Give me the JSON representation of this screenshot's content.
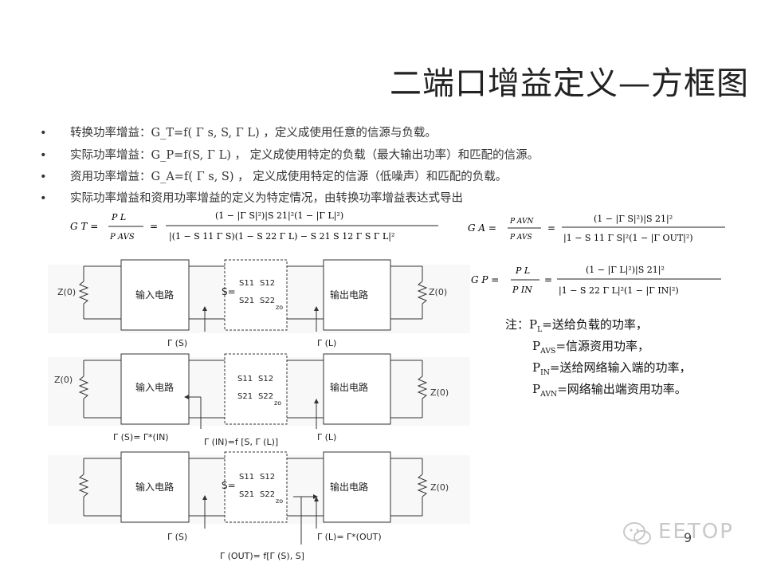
{
  "title": "二端口增益定义—方框图",
  "bullets": [
    {
      "label": "转换功率增益：",
      "formula": "G_T=f( Γ s, S, Γ L) ",
      "desc": "，定义成使用任意的信源与负载。"
    },
    {
      "label": "实际功率增益：",
      "formula": "G_P=f(S, Γ L) ",
      "desc": "， 定义成使用特定的负载（最大输出功率）和匹配的信源。"
    },
    {
      "label": "资用功率增益：",
      "formula": "G_A=f( Γ s, S) ",
      "desc": "， 定义成使用特定的信源（低噪声）和匹配的负载。"
    },
    {
      "label": "",
      "formula": "",
      "desc": "实际功率增益和资用功率增益的定义为特定情况，由转换功率增益表达式导出"
    }
  ],
  "formulas": {
    "gt_lhs": "G T =",
    "gt_num_left": "P L",
    "gt_den_left": "P AVS",
    "gt_num": "(1 − |Γ S|²)|S 21|²(1 − |Γ L|²)",
    "gt_den": "|(1 − S 11 Γ S)(1 − S 22 Γ L) − S 21 S 12 Γ S Γ L|²",
    "ga_lhs": "G A =",
    "ga_num_left": "P AVN",
    "ga_den_left": "P AVS",
    "ga_num": "(1 − |Γ S|²)|S 21|²",
    "ga_den": "|1 − S 11 Γ S|²(1 − |Γ OUT|²)",
    "gp_lhs": "G P =",
    "gp_num_left": "P L",
    "gp_den_left": "P IN",
    "gp_num": "(1 − |Γ L|²)|S 21|²",
    "gp_den": "|1 − S 22 Γ L|²(1 − |Γ IN|²)"
  },
  "notes": {
    "prefix": "注：",
    "items": [
      {
        "sym": "P",
        "sub": "L",
        "text": "=送给负载的功率，"
      },
      {
        "sym": "P",
        "sub": "AVS",
        "text": "=信源资用功率，"
      },
      {
        "sym": "P",
        "sub": "IN",
        "text": "=送给网络输入端的功率，"
      },
      {
        "sym": "P",
        "sub": "AVN",
        "text": "=网络输出端资用功率。"
      }
    ]
  },
  "diagrams": [
    {
      "z_left": "Z(0)",
      "z_right": "Z(0)",
      "input_block": "输入电路",
      "output_block": "输出电路",
      "s_prefix": "S=",
      "s11": "S11",
      "s12": "S12",
      "s21": "S21",
      "s22": "S22",
      "zo": "zo",
      "label_left": "Γ (S)",
      "label_mid": "",
      "label_right": "Γ (L)"
    },
    {
      "z_left": "Z(0)",
      "z_right": "Z(0)",
      "input_block": "输入电路",
      "output_block": "输出电路",
      "s_prefix": "",
      "s11": "S11",
      "s12": "S12",
      "s21": "S21",
      "s22": "S22",
      "zo": "zo",
      "label_left": "Γ (S)= Γ*(IN)",
      "label_mid": "Γ (IN)=f [S, Γ (L)]",
      "label_right": "Γ (L)"
    },
    {
      "z_left": "",
      "z_right": "Z(0)",
      "input_block": "输入电路",
      "output_block": "输出电路",
      "s_prefix": "S=",
      "s11": "S11",
      "s12": "S12",
      "s21": "S21",
      "s22": "S22",
      "zo": "zo",
      "label_left": "Γ (S)",
      "label_mid": "Γ (OUT)= f[Γ (S), S]",
      "label_right": "Γ (L)= Γ*(OUT)"
    }
  ],
  "page_number": "9",
  "logo_text": "EETOP"
}
